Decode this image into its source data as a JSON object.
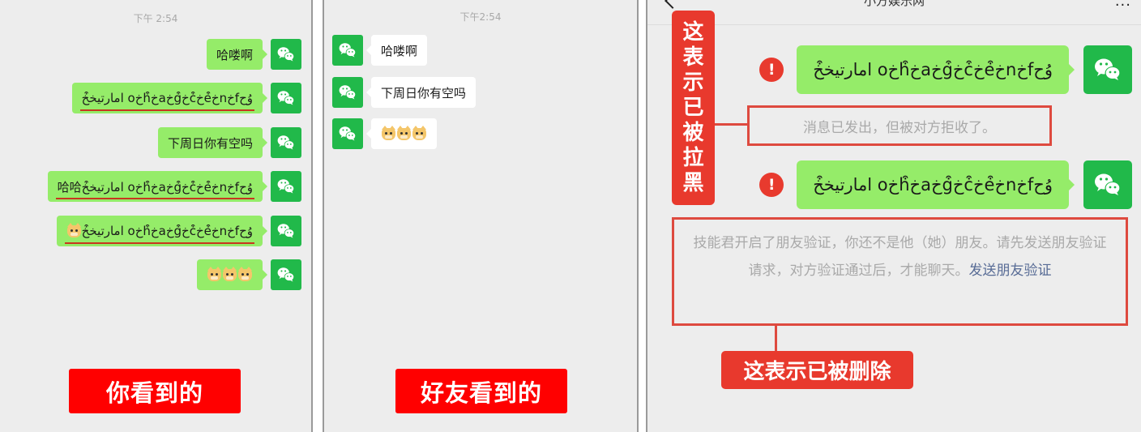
{
  "left_panel": {
    "timestamp": "下午 2:54",
    "messages": [
      {
        "text": "哈喽啊",
        "underlined": false
      },
      {
        "text": "وُحfخnخ͒eخ͒cخ͒gخaخ͒hخo امارتيخ͒خ",
        "underlined": true
      },
      {
        "text": "下周日你有空吗",
        "underlined": false
      },
      {
        "text": "وُحfخnخ͒eخ͒cخ͒gخaخ͒hخo امارتيخ͒خ哈哈",
        "underlined": true
      },
      {
        "text": "وُحfخnخ͒eخ͒cخ͒gخaخ͒hخo امارتيخ͒خ",
        "underlined": true,
        "emoji_prefix": "doge-emoji"
      },
      {
        "text": "",
        "emoji_count": 3
      }
    ],
    "caption": "你看到的"
  },
  "middle_panel": {
    "timestamp": "下午2:54",
    "messages": [
      {
        "text": "哈喽啊"
      },
      {
        "text": "下周日你有空吗"
      },
      {
        "text": "",
        "emoji_count": 3
      }
    ],
    "caption": "好友看到的"
  },
  "right_panel": {
    "title": "小方娱乐网",
    "more_label": "···",
    "blocked_label": [
      "这",
      "表",
      "示",
      "已",
      "被",
      "拉",
      "黑"
    ],
    "messages": [
      {
        "text": "وُحfخnخ͒eخ͒cخ͒gخaخ͒hخo امارتيخ͒خ",
        "status": "failed"
      },
      {
        "text": "وُحfخnخ͒eخ͒cخ͒gخaخ͒hخo امارتيخ͒خ",
        "status": "failed"
      }
    ],
    "rejected_notice": "消息已发出，但被对方拒收了。",
    "deleted_notice": {
      "text": "技能君开启了朋友验证，你还不是他（她）朋友。请先发送朋友验证请求，对方验证通过后，才能聊天。",
      "link": "发送朋友验证"
    },
    "deleted_label": "这表示已被删除"
  },
  "icons": {
    "avatar": "wechat-logo-icon",
    "warning": "exclamation-icon",
    "emoji": "doge-emoji"
  },
  "colors": {
    "bubble_green": "#95ec69",
    "avatar_green": "#21b94a",
    "caption_red": "#ff0000",
    "annotation_red": "#e8392d",
    "link_blue": "#576b95",
    "background": "#ededed"
  }
}
